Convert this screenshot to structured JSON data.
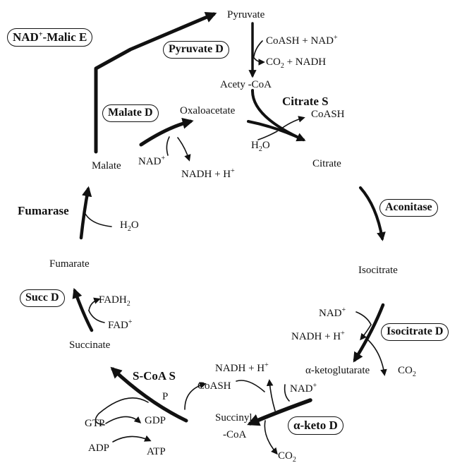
{
  "enzymes": {
    "nad_malic_e": {
      "main": "NAD",
      "sup": "+",
      "rest": "-Malic E"
    },
    "pyruvate_d": "Pyruvate D",
    "malate_d": "Malate D",
    "aconitase": "Aconitase",
    "isocitrate_d": "Isocitrate D",
    "alpha_keto_d": "α-keto D",
    "succ_d": "Succ D"
  },
  "bold_labels": {
    "citrate_s": "Citrate S",
    "fumarase": "Fumarase",
    "s_coa_s": "S-CoA S"
  },
  "metabolites": {
    "pyruvate": "Pyruvate",
    "acetyl_coa": "Acety -CoA",
    "oxaloacetate": "Oxaloacetate",
    "citrate": "Citrate",
    "isocitrate": "Isocitrate",
    "alpha_ketoglutarate": "α-ketoglutarate",
    "succinyl_coa_1": "Succinyl",
    "succinyl_coa_2": "-CoA",
    "succinate": "Succinate",
    "fumarate": "Fumarate",
    "malate": "Malate"
  },
  "cofactors": {
    "coash_nad": {
      "main": "CoASH + NAD",
      "sup": "+"
    },
    "co2_nadh": {
      "pre": "CO",
      "sub": "2",
      "post": " + NADH"
    },
    "coash_cs": "CoASH",
    "h2o_cs": {
      "pre": "H",
      "sub": "2",
      "post": "O"
    },
    "nad_md": {
      "main": "NAD",
      "sup": "+"
    },
    "nadh_h_md": {
      "main": "NADH + H",
      "sup": "+"
    },
    "h2o_fum": {
      "pre": "H",
      "sub": "2",
      "post": "O"
    },
    "nad_id": {
      "main": "NAD",
      "sup": "+"
    },
    "nadh_h_id": {
      "main": "NADH + H",
      "sup": "+"
    },
    "co2_id": {
      "pre": "CO",
      "sub": "2",
      "post": ""
    },
    "nadh_h_kd": {
      "main": "NADH + H",
      "sup": "+"
    },
    "nad_kd": {
      "main": "NAD",
      "sup": "+"
    },
    "co2_kd": {
      "pre": "CO",
      "sub": "2",
      "post": ""
    },
    "coash_sc": "CoASH",
    "p": "P",
    "gtp": "GTP",
    "gdp": "GDP",
    "adp": "ADP",
    "atp": "ATP",
    "fadh2": {
      "pre": "FADH",
      "sub": "2",
      "post": ""
    },
    "fad": {
      "main": "FAD",
      "sup": "+"
    }
  },
  "colors": {
    "ink": "#111111",
    "background": "#ffffff"
  }
}
